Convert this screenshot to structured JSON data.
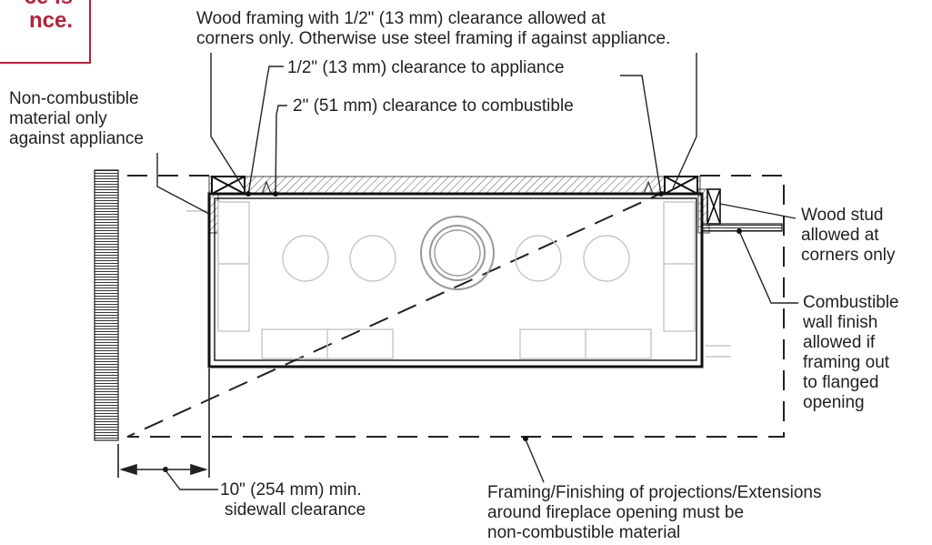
{
  "warning_banner": {
    "line1": "ce is",
    "line2": "nce."
  },
  "labels": {
    "wood_framing_line1": "Wood framing with 1/2\" (13 mm) clearance allowed at",
    "wood_framing_line2": "corners only. Otherwise use steel framing if against appliance.",
    "half_inch_clearance": "1/2\" (13 mm) clearance to appliance",
    "two_inch_clearance": "2\" (51 mm) clearance to combustible",
    "noncombustible_line1": "Non-combustible",
    "noncombustible_line2": "material only",
    "noncombustible_line3": "against appliance",
    "wood_stud_line1": "Wood stud",
    "wood_stud_line2": "allowed at",
    "wood_stud_line3": "corners only",
    "wall_finish_line1": "Combustible",
    "wall_finish_line2": "wall finish",
    "wall_finish_line3": "allowed if",
    "wall_finish_line4": "framing out",
    "wall_finish_line5": "to flanged",
    "wall_finish_line6": "opening",
    "sidewall_line1": "10\" (254 mm) min.",
    "sidewall_line2": "sidewall clearance",
    "projections_line1": "Framing/Finishing of projections/Extensions",
    "projections_line2": "around fireplace opening must be",
    "projections_line3": "non-combustible material"
  },
  "colors": {
    "accent": "#b5233a",
    "line": "#1a1a1a",
    "faint": "#c8c8c8"
  }
}
